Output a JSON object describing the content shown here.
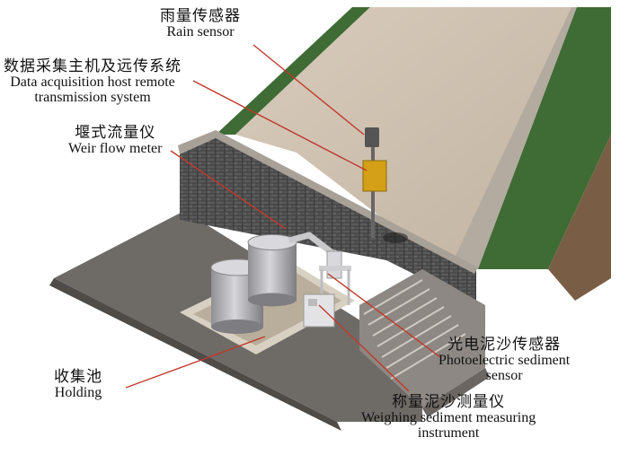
{
  "labels": {
    "rain_sensor": {
      "zh": "雨量传感器",
      "en": "Rain sensor"
    },
    "data_host": {
      "zh": "数据采集主机及远传系统",
      "en_line1": "Data acquisition host remote",
      "en_line2": "transmission system"
    },
    "weir_meter": {
      "zh": "堰式流量仪",
      "en": "Weir flow meter"
    },
    "photo_sensor": {
      "zh": "光电泥沙传感器",
      "en_line1": "Photoelectric sediment",
      "en_line2": "sensor"
    },
    "weighing": {
      "zh": "称量泥沙测量仪",
      "en_line1": "Weighing sediment measuring",
      "en_line2": "instrument"
    },
    "holding": {
      "zh": "收集池",
      "en": "Holding"
    }
  },
  "colors": {
    "leader_line": "#c0392b",
    "grass": "#3f6b35",
    "soil_surface": "#cdbfae",
    "concrete": "#9a9690",
    "stone_wall": "#4a4a4a",
    "tank": "#b8b8bc",
    "sensor_box": "#d4a017"
  }
}
